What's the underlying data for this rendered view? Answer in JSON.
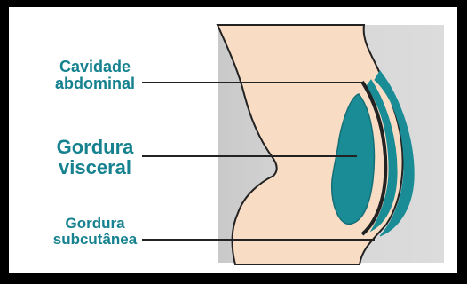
{
  "labels": {
    "cavity": {
      "line1": "Cavidade",
      "line2": "abdominal"
    },
    "visceral_fat": {
      "line1": "Gordura",
      "line2": "visceral"
    },
    "subcutaneous_fat": {
      "line1": "Gordura",
      "line2": "subcutânea"
    }
  },
  "colors": {
    "label_text": "#16828f",
    "fat_fill": "#1a8c95",
    "skin": "#f9dcc4",
    "outline": "#222222",
    "panel_background": "#d4d4d4",
    "frame_border": "#000000"
  }
}
